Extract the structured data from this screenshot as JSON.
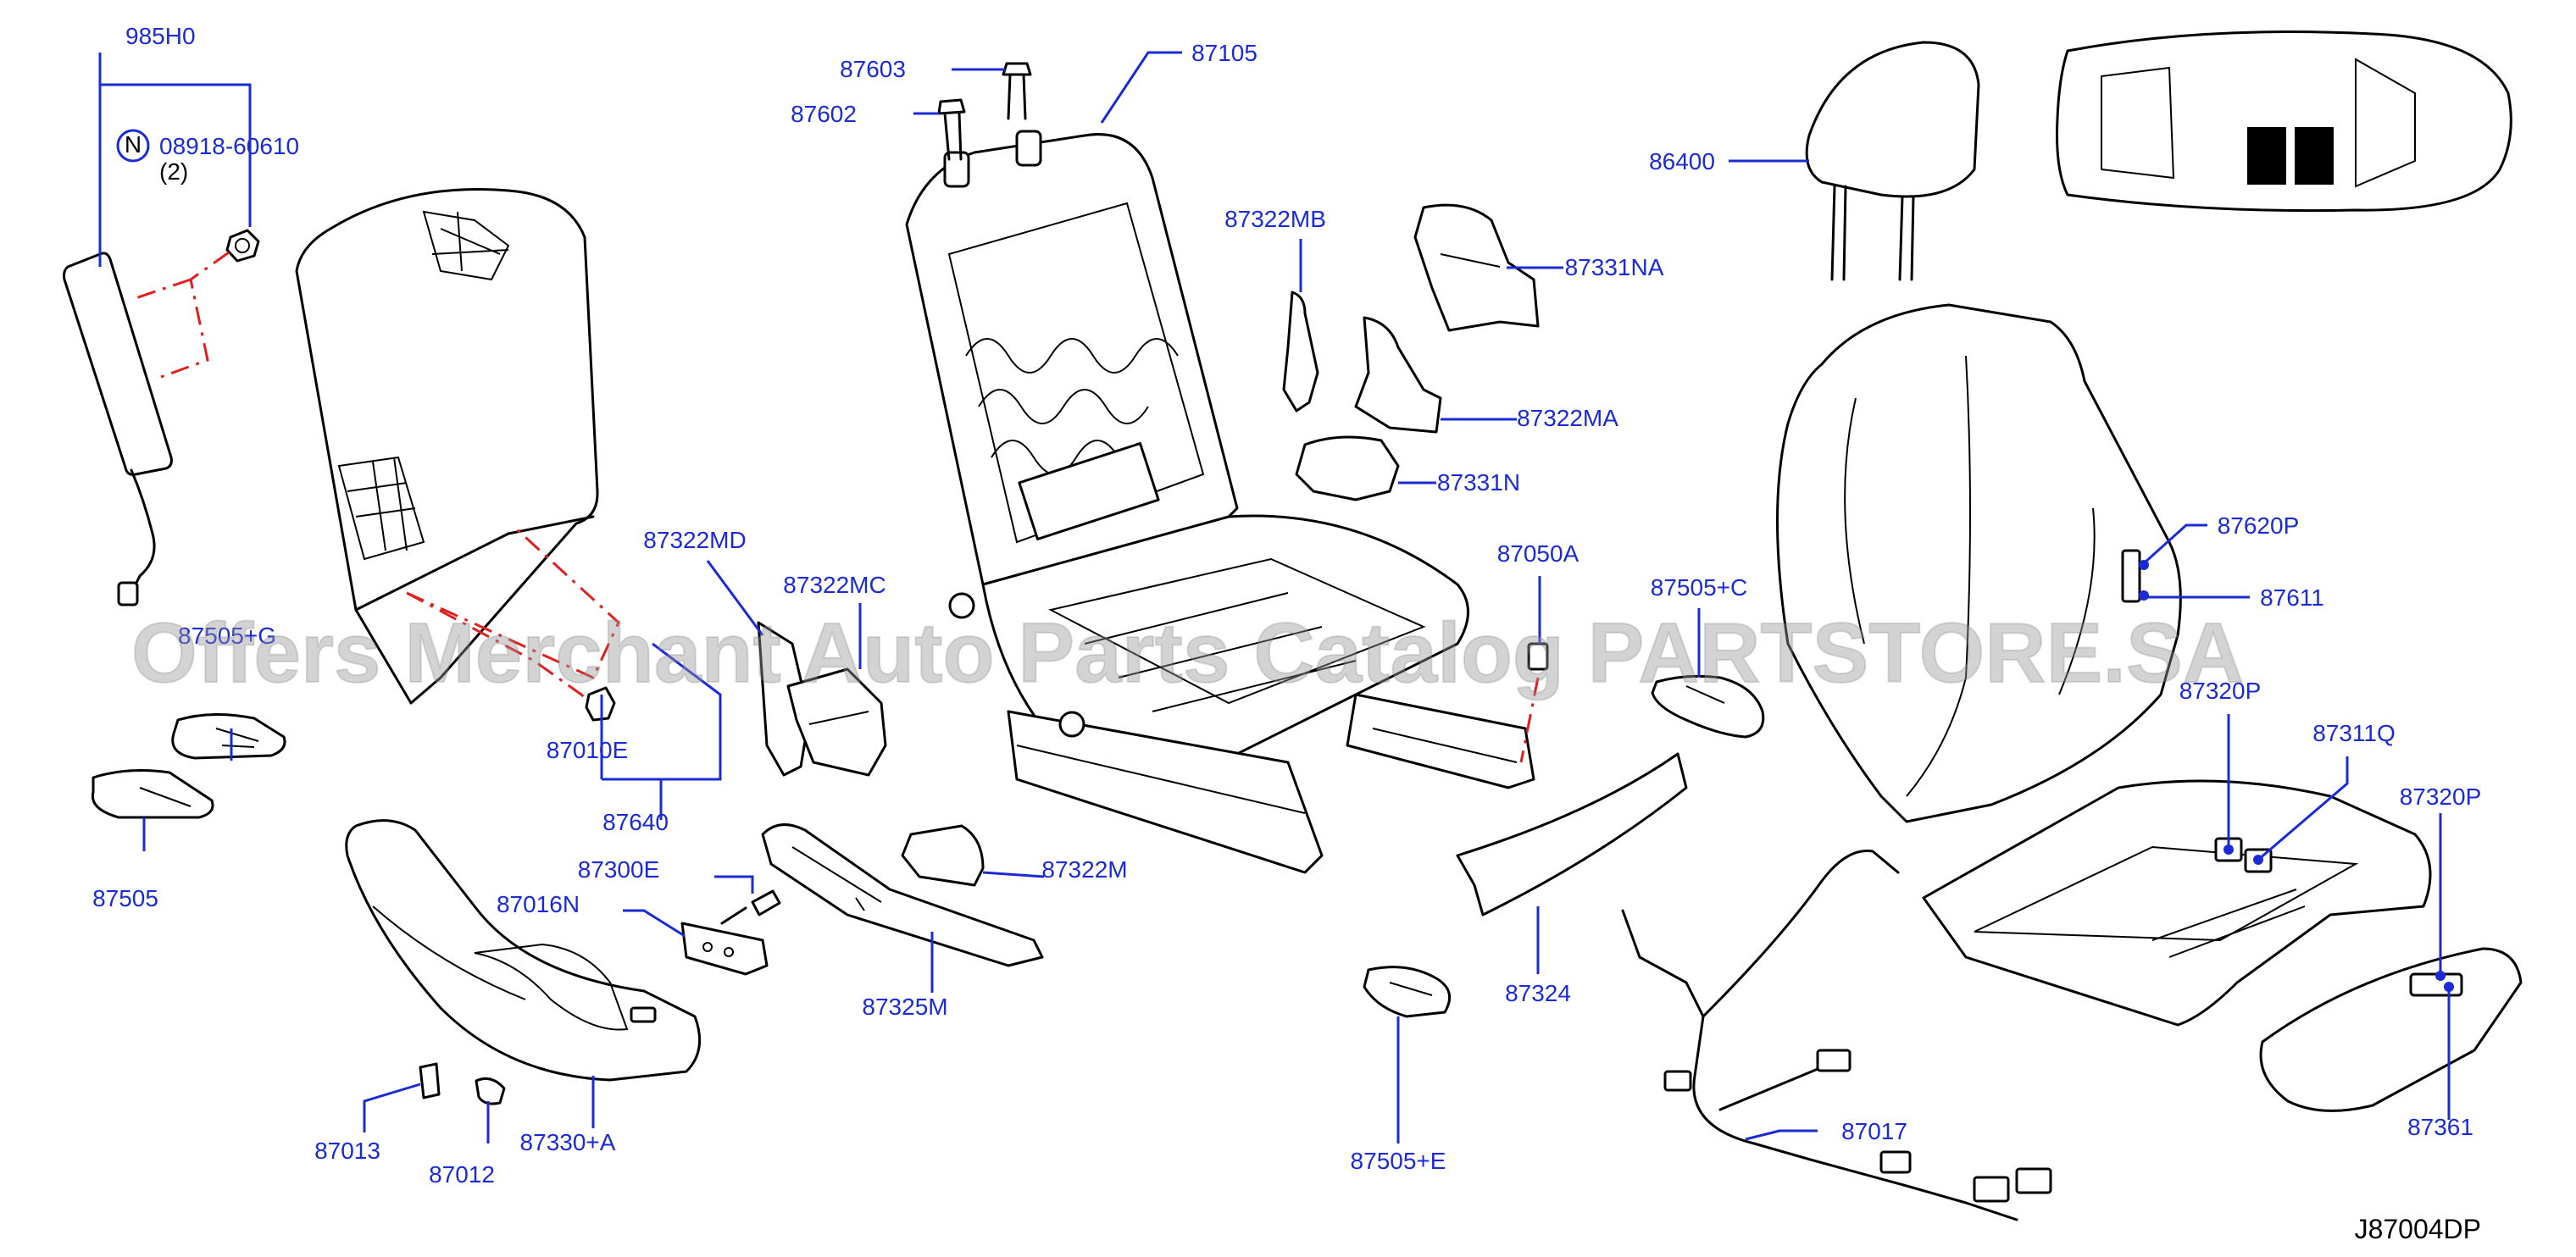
{
  "diagram": {
    "drawing_ref": "J87004DP",
    "watermark": "Offers Merchant Auto Parts Catalog PARTSTORE.SA",
    "note_symbol": "N",
    "note_qty": "(2)",
    "labels": {
      "p985H0": "985H0",
      "p08918": "08918-60610",
      "p87505_hidden": "87505+G",
      "p87505": "87505",
      "p87010E": "87010E",
      "p87640": "87640",
      "p87322MD": "87322MD",
      "p87322MC": "87322MC",
      "p87300E": "87300E",
      "p87016N": "87016N",
      "p87013": "87013",
      "p87012": "87012",
      "p87330A": "87330+A",
      "p87603": "87603",
      "p87602": "87602",
      "p87105": "87105",
      "p87325M": "87325M",
      "p87322M": "87322M",
      "p87322MB": "87322MB",
      "p87331NA": "87331NA",
      "p87322MA": "87322MA",
      "p87331N": "87331N",
      "p87050A": "87050A",
      "p87505C": "87505+C",
      "p87324": "87324",
      "p87505E": "87505+E",
      "p86400": "86400",
      "p87620P": "87620P",
      "p87611": "87611",
      "p87320P_a": "87320P",
      "p87311Q": "87311Q",
      "p87320P_b": "87320P",
      "p87017": "87017",
      "p87361": "87361"
    }
  }
}
